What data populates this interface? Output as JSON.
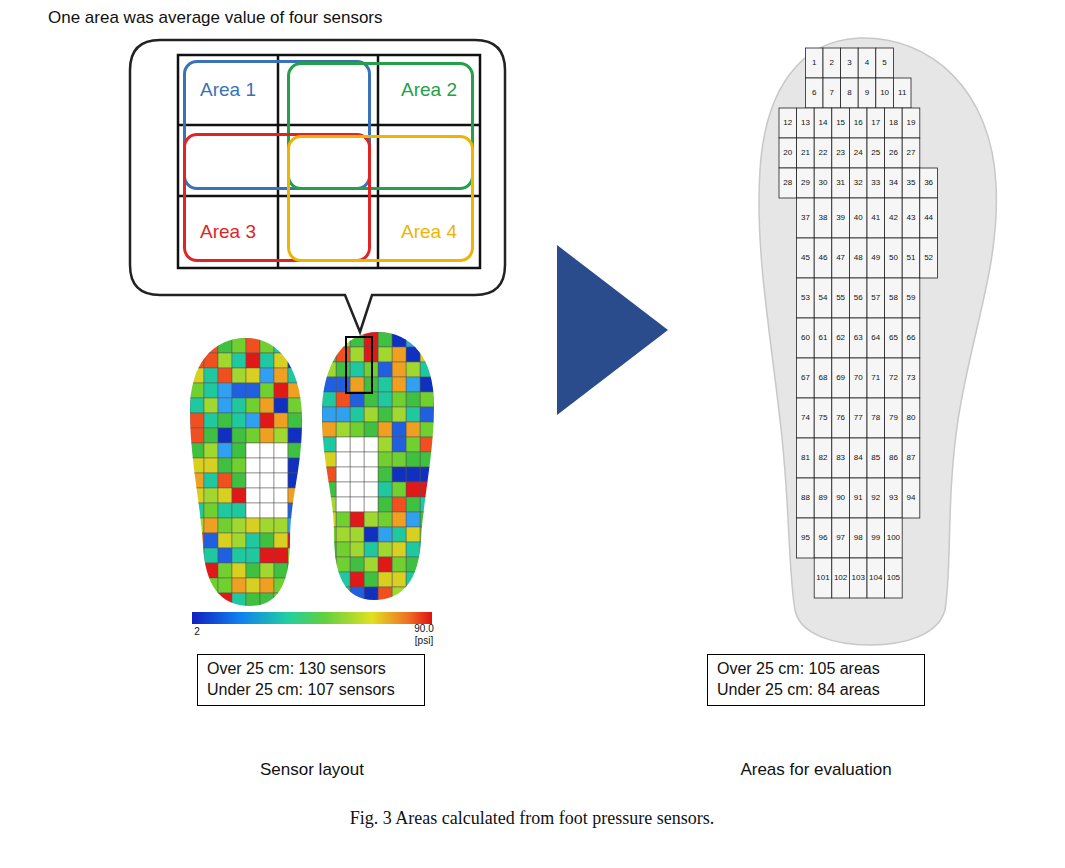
{
  "diagram": {
    "caption": "Fig. 3 Areas calculated from foot pressure sensors.",
    "nodes": [
      {
        "text": [
          "Area 1"
        ]
      },
      {
        "text": [
          "Area 2"
        ]
      },
      {
        "text": [
          "Area 3"
        ]
      },
      {
        "text": [
          "Area 4"
        ]
      },
      {
        "text": [
          "Over 25 cm: 130 sensors",
          "Under 25 cm: 107 sensors"
        ]
      },
      {
        "text": [
          "Over 25 cm: 105 areas",
          "Under 25 cm: 84 areas"
        ]
      }
    ],
    "labels": [
      "One area was average value of four sensors",
      "2",
      "90.0",
      "[psi]",
      "Sensor layout",
      "1",
      "2",
      "3",
      "4",
      "5",
      "6",
      "7",
      "8",
      "9",
      "10",
      "11",
      "12",
      "13",
      "14",
      "15",
      "16",
      "17",
      "18",
      "19",
      "20",
      "21",
      "22",
      "23",
      "24",
      "25",
      "26",
      "27",
      "28",
      "29",
      "30",
      "31",
      "32",
      "33",
      "34",
      "35",
      "36",
      "37",
      "38",
      "39",
      "40",
      "41",
      "42",
      "43",
      "44",
      "45",
      "46",
      "47",
      "48",
      "49",
      "50",
      "51",
      "52",
      "53",
      "54",
      "55",
      "56",
      "57",
      "58",
      "59",
      "60",
      "61",
      "62",
      "63",
      "64",
      "65",
      "66",
      "67",
      "68",
      "69",
      "70",
      "71",
      "72",
      "73",
      "74",
      "75",
      "76",
      "77",
      "78",
      "79",
      "80",
      "81",
      "82",
      "83",
      "84",
      "85",
      "86",
      "87",
      "88",
      "89",
      "90",
      "91",
      "92",
      "93",
      "94",
      "95",
      "96",
      "97",
      "98",
      "99",
      "100",
      "101",
      "102",
      "103",
      "104",
      "105",
      "Areas for evaluation"
    ]
  }
}
